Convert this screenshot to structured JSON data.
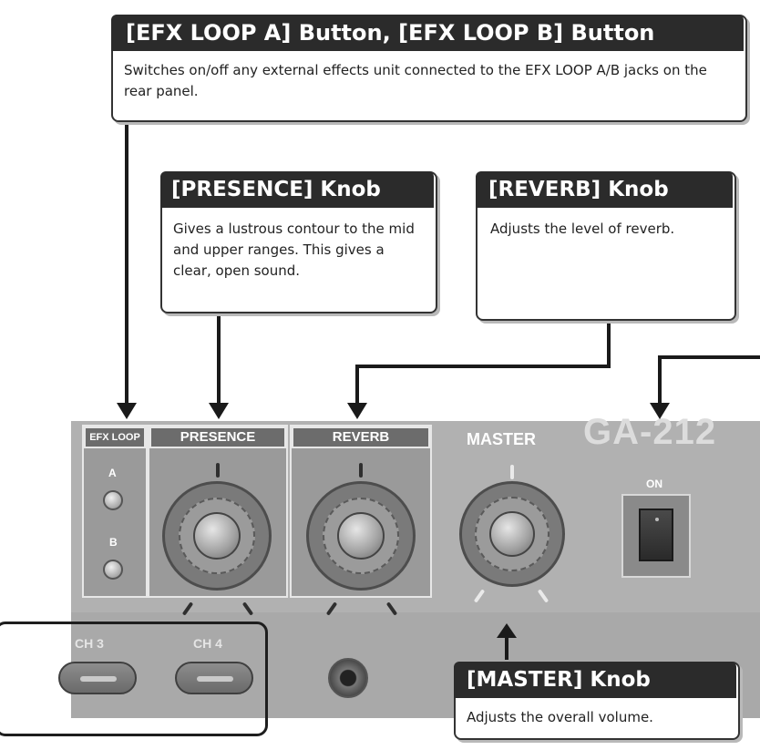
{
  "callouts": {
    "efx": {
      "title": "[EFX LOOP A] Button, [EFX LOOP B] Button",
      "description": "Switches on/off any external effects unit connected to the EFX LOOP A/B jacks on the rear panel."
    },
    "presence": {
      "title": "[PRESENCE] Knob",
      "description": "Gives a lustrous contour to the mid and upper ranges. This gives a clear, open sound."
    },
    "reverb": {
      "title": "[REVERB] Knob",
      "description": "Adjusts the level of reverb."
    },
    "master": {
      "title": "[MASTER] Knob",
      "description": "Adjusts the overall volume."
    }
  },
  "panel": {
    "efx_loop_label": "EFX LOOP",
    "button_a_label": "A",
    "button_b_label": "B",
    "presence_label": "PRESENCE",
    "reverb_label": "REVERB",
    "master_label": "MASTER",
    "model_name": "GA-212",
    "power_label": "ON",
    "ch3_label": "CH 3",
    "ch4_label": "CH 4"
  },
  "colors": {
    "callout_title_bg": "#2b2b2b",
    "panel_bg": "#b1b1b1",
    "connector_line": "#1a1a1a"
  }
}
